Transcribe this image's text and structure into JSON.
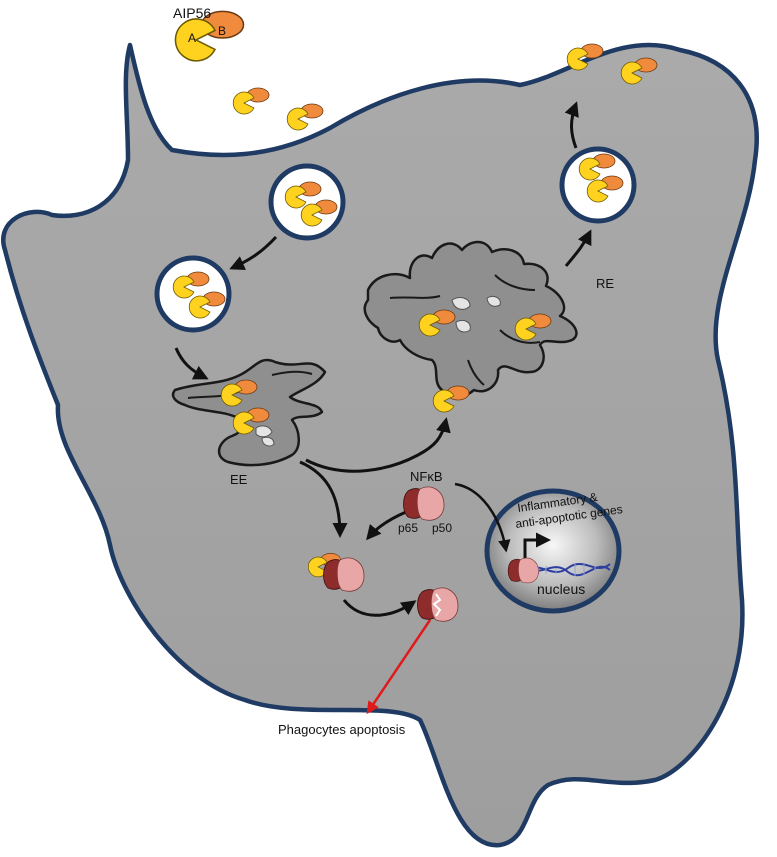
{
  "labels": {
    "aip56": "AIP56",
    "subunit_a": "A",
    "subunit_b": "B",
    "early_endosome": "EE",
    "recycling_endosome": "RE",
    "nfkb": "NFκB",
    "p65": "p65",
    "p50": "p50",
    "genes_line1": "Inflammatory &",
    "genes_line2": "anti-apoptotic genes",
    "nucleus": "nucleus",
    "outcome": "Phagocytes apoptosis"
  },
  "colors": {
    "cell_fill": "#a6a6a6",
    "cell_outline": "#1f3b63",
    "subunit_a": "#ffd21f",
    "subunit_b": "#f08a3c",
    "p65": "#8e2b2b",
    "p50": "#e8a6a6",
    "arrow": "#111111",
    "apoptosis_arrow": "#e01a1a"
  }
}
